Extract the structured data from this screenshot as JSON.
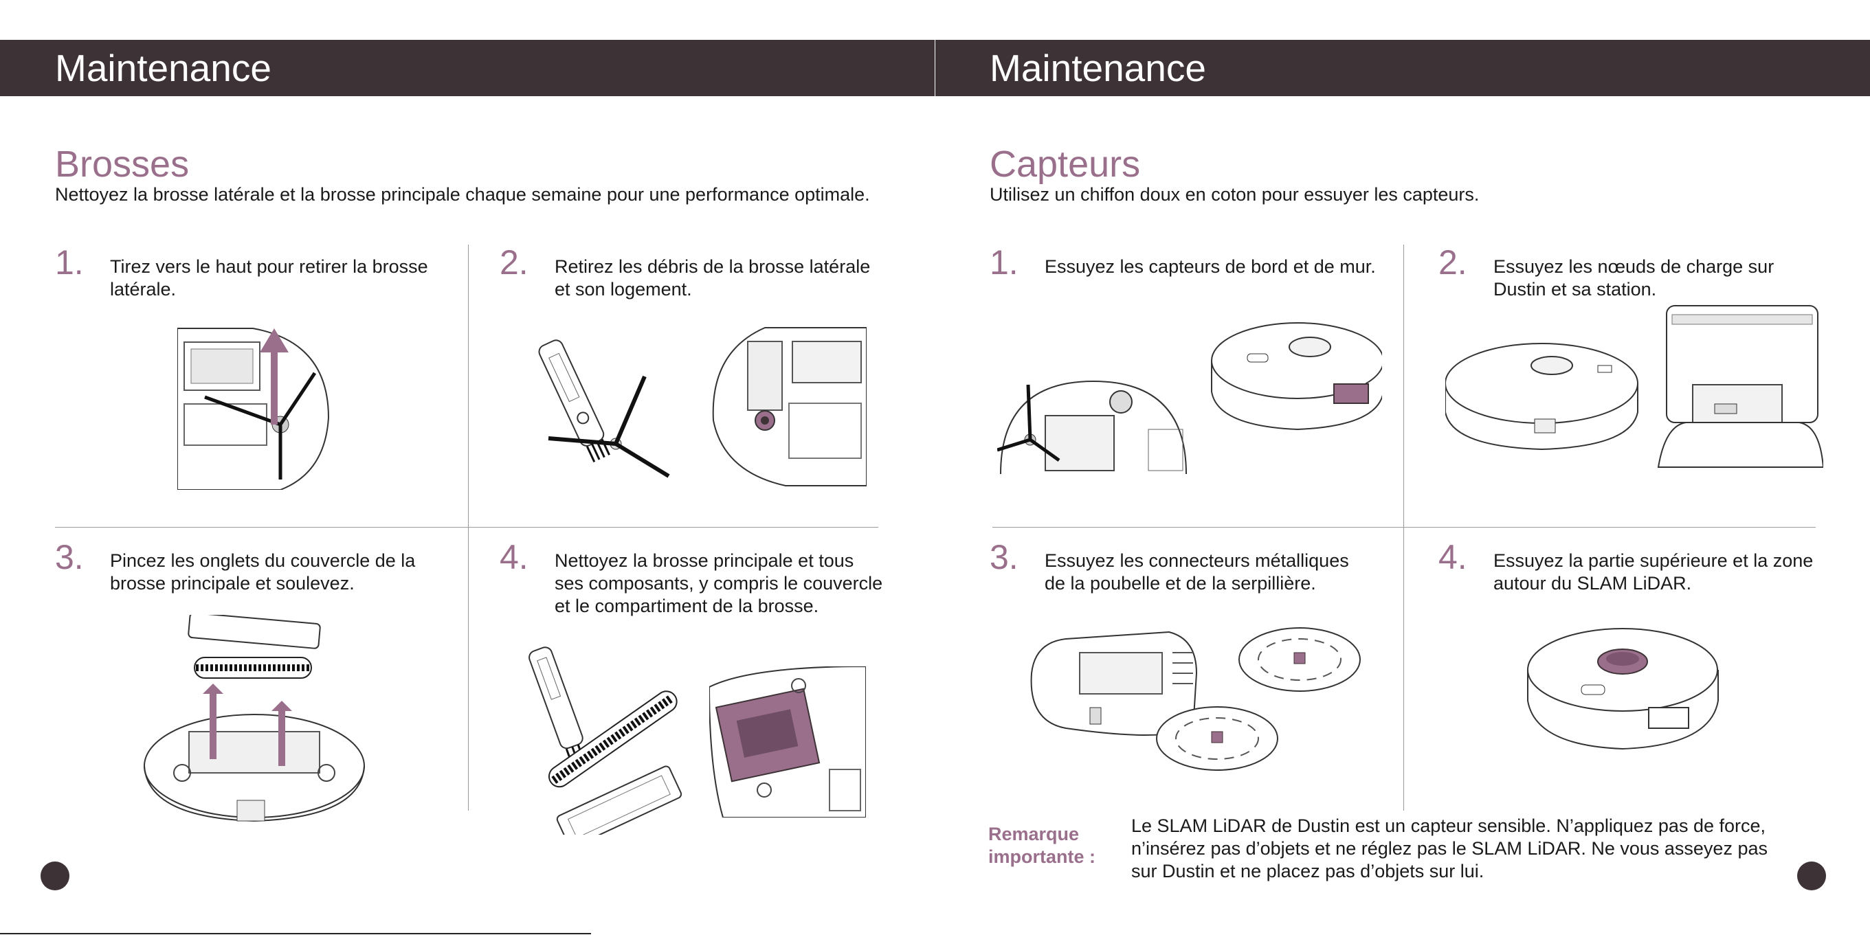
{
  "left_page": {
    "header": "Maintenance",
    "section_title": "Brosses",
    "intro": "Nettoyez la brosse latérale et la brosse principale chaque semaine pour une performance optimale.",
    "steps": [
      {
        "num": "1.",
        "text_lines": [
          "Tirez vers le haut pour retirer la brosse",
          "latérale."
        ]
      },
      {
        "num": "2.",
        "text_lines": [
          "Retirez les débris de la brosse latérale",
          "et son logement."
        ]
      },
      {
        "num": "3.",
        "text_lines": [
          "Pincez les onglets du couvercle de la",
          "brosse principale et soulevez."
        ]
      },
      {
        "num": "4.",
        "text_lines": [
          "Nettoyez la brosse principale et tous",
          "ses composants, y compris le couvercle",
          "et le compartiment de la brosse."
        ]
      }
    ]
  },
  "right_page": {
    "header": "Maintenance",
    "section_title": "Capteurs",
    "intro": "Utilisez un chiffon doux en coton pour essuyer les capteurs.",
    "steps": [
      {
        "num": "1.",
        "text_lines": [
          "Essuyez les capteurs de bord et de mur."
        ]
      },
      {
        "num": "2.",
        "text_lines": [
          "Essuyez les nœuds de charge sur",
          "Dustin et sa station."
        ]
      },
      {
        "num": "3.",
        "text_lines": [
          "Essuyez les connecteurs métalliques",
          "de la poubelle et de la serpillière."
        ]
      },
      {
        "num": "4.",
        "text_lines": [
          "Essuyez la partie supérieure et la zone",
          "autour du SLAM LiDAR."
        ]
      }
    ],
    "note_label_lines": [
      "Remarque",
      "importante :"
    ],
    "note_text_lines": [
      "Le SLAM LiDAR de Dustin est un capteur sensible. N’appliquez pas de force,",
      "n’insérez pas d’objets et ne réglez pas le SLAM LiDAR. Ne vous asseyez pas",
      "sur Dustin et ne placez pas d’objets sur lui."
    ]
  },
  "colors": {
    "header_band": "#3d3235",
    "accent_mauve": "#9a6f8c",
    "body_text": "#1a1a1a",
    "divider": "#9a9a9a"
  },
  "icons": [
    "page-dot-icon"
  ]
}
